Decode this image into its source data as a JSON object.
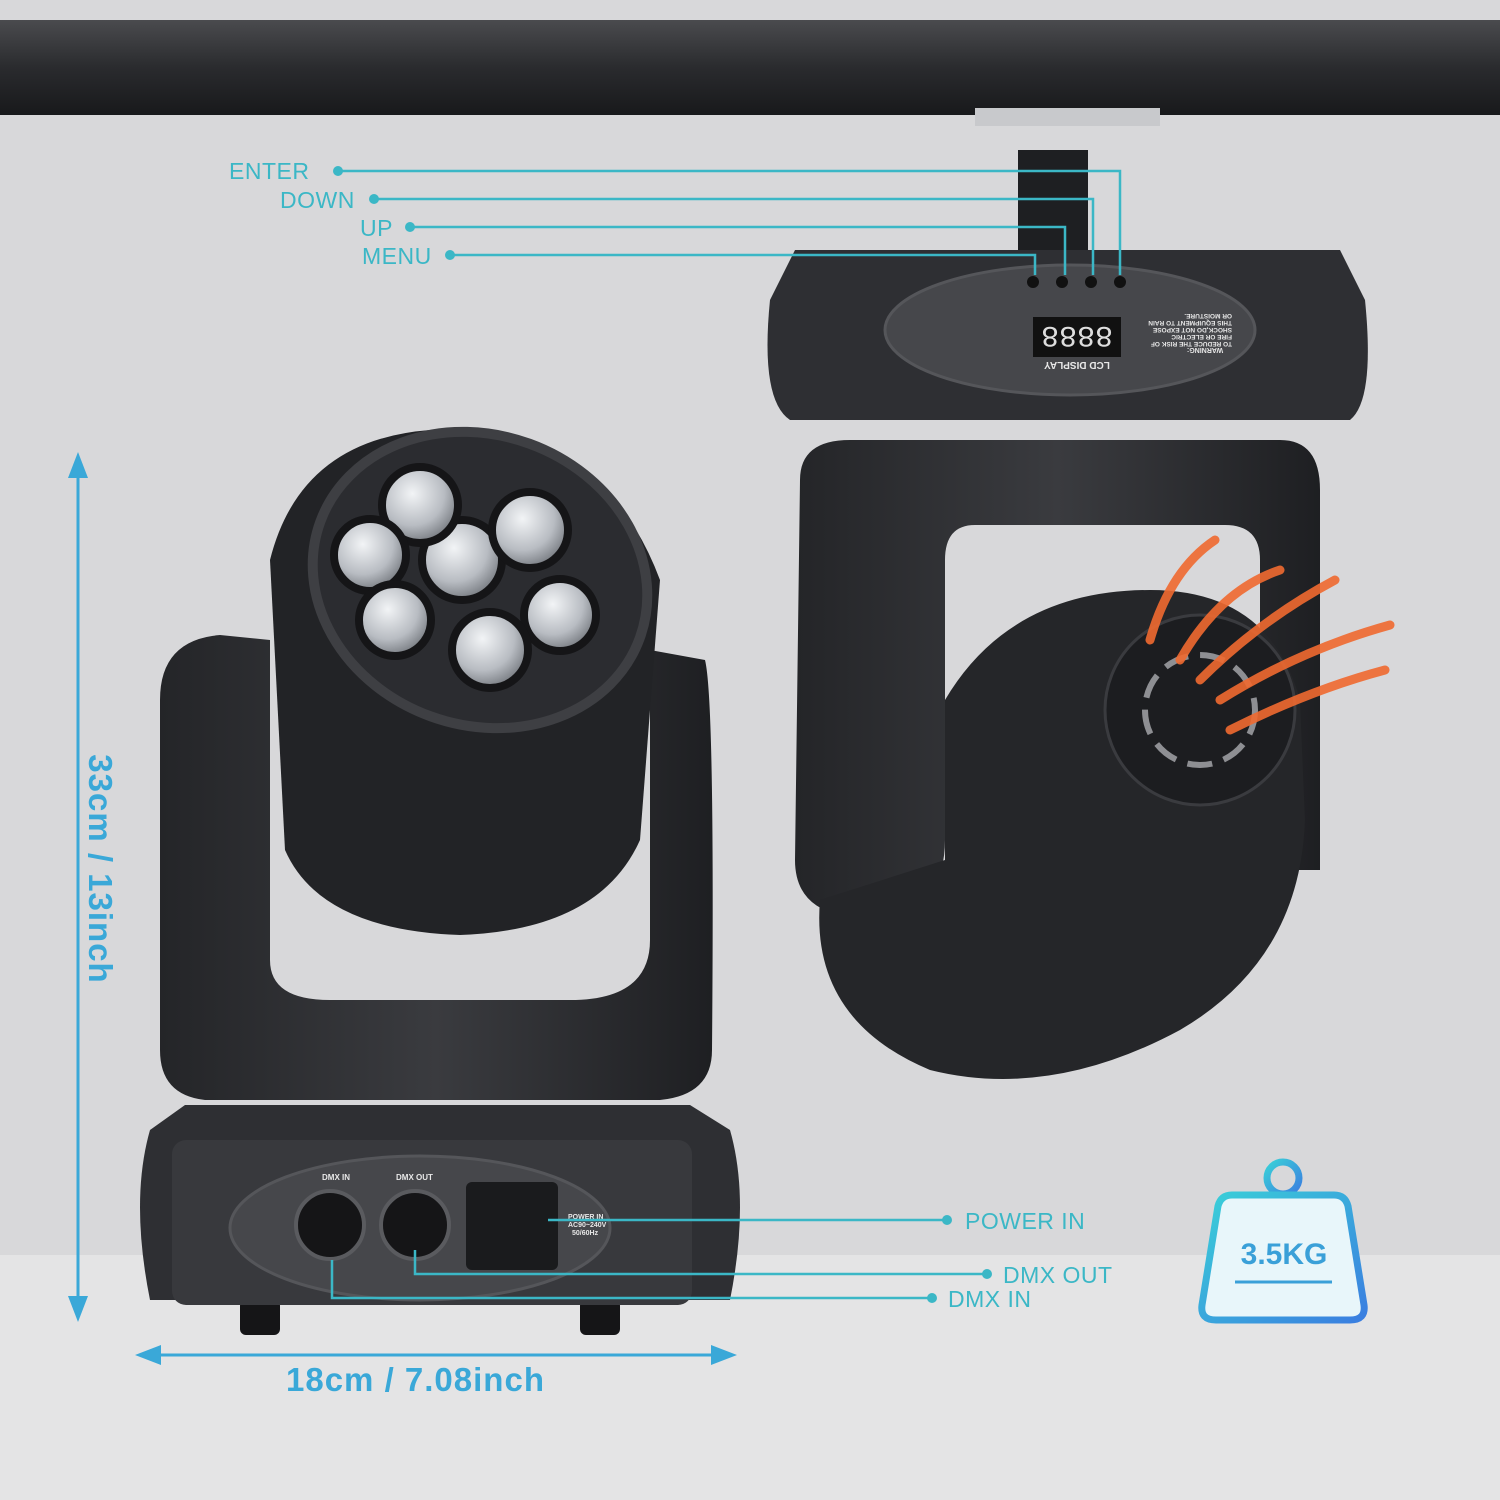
{
  "controls": {
    "enter": "ENTER",
    "down": "DOWN",
    "up": "UP",
    "menu": "MENU"
  },
  "panel": {
    "lcd_readout": "8888",
    "lcd_label": "LCD DISPLAY",
    "warning_title": "WARNING:",
    "warning_text": "TO REDUCE THE RISK OF FIRE OR ELECTRIC SHOCK,DO NOT EXPOSE THIS EQUIPMENT TO RAIN OR MOISTURE.",
    "dmx_in": "DMX IN",
    "dmx_out": "DMX OUT",
    "power_in": "POWER IN",
    "power_spec_1": "AC90~240V",
    "power_spec_2": "50/60Hz"
  },
  "callouts": {
    "power_in": "POWER IN",
    "dmx_out": "DMX OUT",
    "dmx_in": "DMX IN"
  },
  "dimensions": {
    "height": "33cm / 13inch",
    "width": "18cm / 7.08inch"
  },
  "weight": "3.5KG",
  "colors": {
    "accent": "#3bb7c6",
    "dimension": "#3aa8d8",
    "fixture": "#2c2d30",
    "airflow": "#f06a30"
  }
}
